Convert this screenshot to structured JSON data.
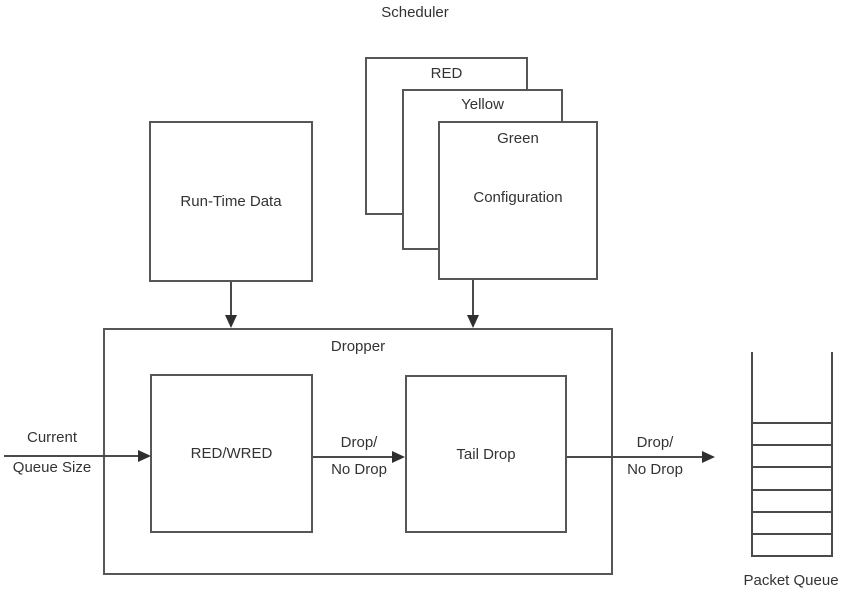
{
  "scheduler": {
    "label": "Scheduler"
  },
  "config_stack": {
    "red_label": "RED",
    "yellow_label": "Yellow",
    "green_label": "Green",
    "configuration_label": "Configuration"
  },
  "runtime": {
    "label": "Run-Time Data"
  },
  "dropper": {
    "label": "Dropper",
    "red_wred_label": "RED/WRED",
    "tail_drop_label": "Tail Drop"
  },
  "flows": {
    "input": {
      "line1": "Current",
      "line2": "Queue Size"
    },
    "mid": {
      "line1": "Drop/",
      "line2": "No Drop"
    },
    "output": {
      "line1": "Drop/",
      "line2": "No Drop"
    }
  },
  "packet_queue": {
    "label": "Packet Queue",
    "slots": 6
  },
  "colors": {
    "line": "#4a4a4a",
    "border": "#565656",
    "text": "#333333",
    "background": "#ffffff"
  }
}
